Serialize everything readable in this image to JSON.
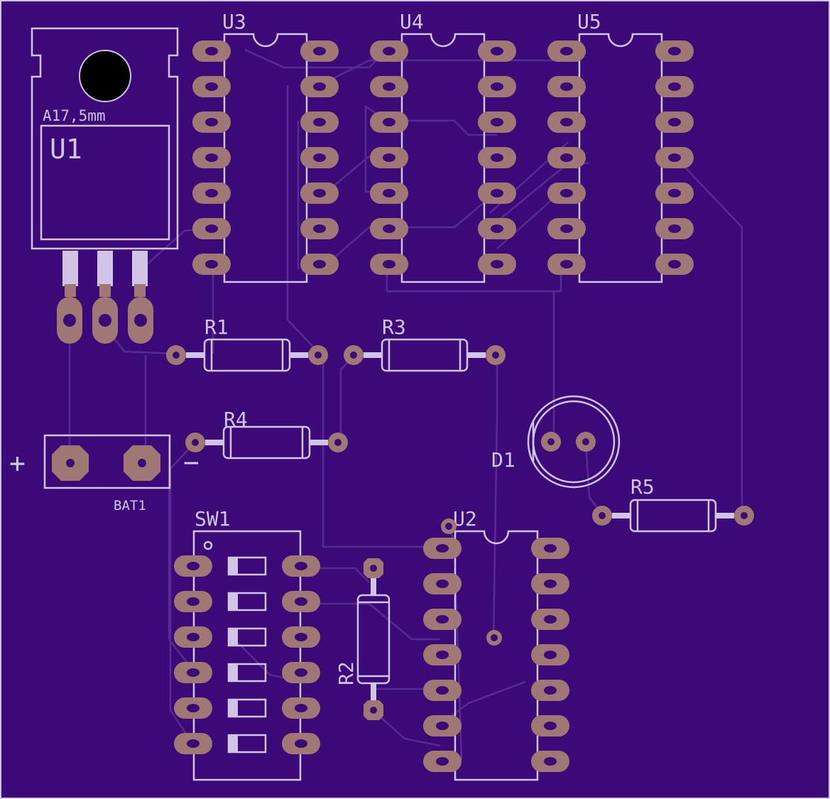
{
  "board": {
    "background": "#3b0a78",
    "silkscreen_color": "#d2c4e4",
    "pad_color": "#a07873",
    "trace_color": "#5a2a93"
  },
  "labels": {
    "u1": "U1",
    "u1_hole": "A17,5mm",
    "u2": "U2",
    "u3": "U3",
    "u4": "U4",
    "u5": "U5",
    "r1": "R1",
    "r2": "R2",
    "r3": "R3",
    "r4": "R4",
    "r5": "R5",
    "d1": "D1",
    "sw1": "SW1",
    "bat1": "BAT1",
    "bat_plus": "+",
    "bat_minus": "−"
  }
}
